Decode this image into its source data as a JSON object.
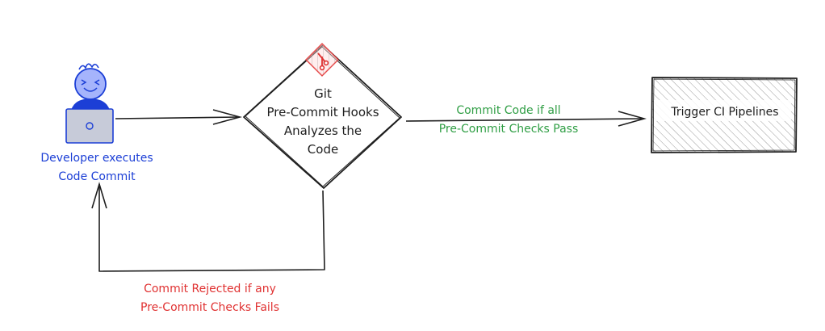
{
  "developer": {
    "lines": [
      "Developer executes",
      "Code Commit"
    ],
    "color": "#1c3fd6"
  },
  "decision": {
    "lines": [
      "Git",
      "Pre-Commit Hooks",
      "Analyzes the",
      "Code"
    ],
    "icon": "git-logo-icon",
    "icon_color": "#e03131"
  },
  "pass_edge": {
    "lines": [
      "Commit Code if all",
      "Pre-Commit Checks Pass"
    ],
    "color": "#2f9e44"
  },
  "fail_edge": {
    "lines": [
      "Commit Rejected if any",
      "Pre-Commit Checks Fails"
    ],
    "color": "#e03131"
  },
  "ci": {
    "label": "Trigger CI Pipelines"
  },
  "colors": {
    "stroke": "#1e1e1e",
    "avatar_fill": "#a5b4fc",
    "avatar_stroke": "#1c3fd6",
    "laptop_fill": "#c7cbd9"
  }
}
